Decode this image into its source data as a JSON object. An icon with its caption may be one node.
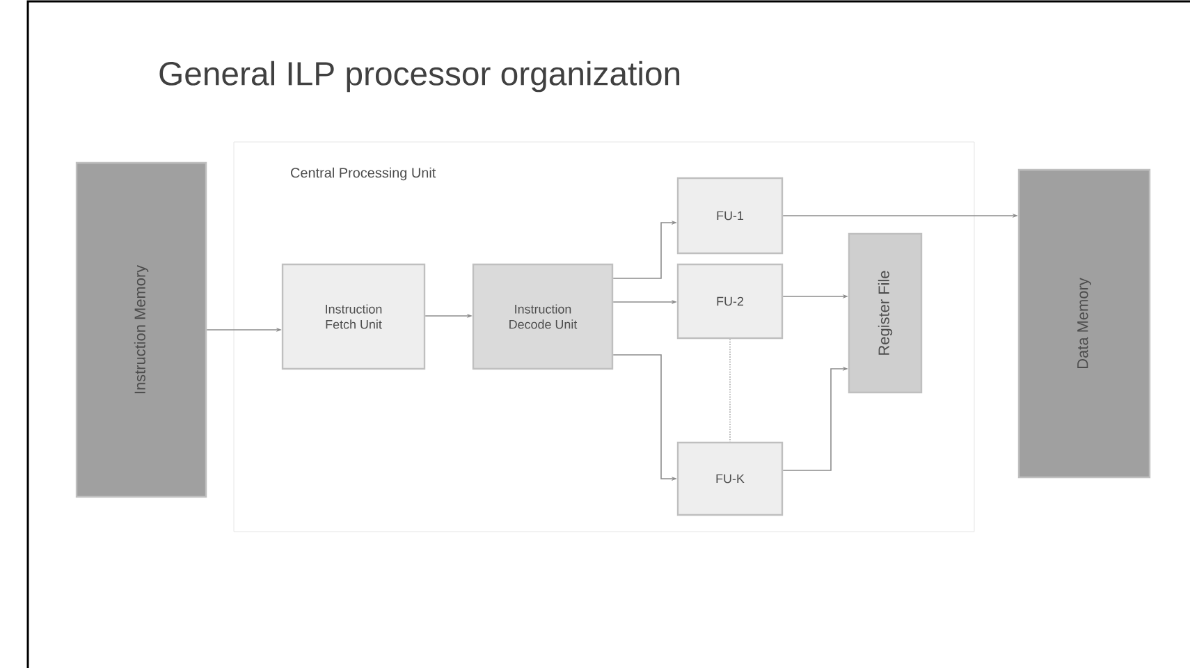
{
  "diagram": {
    "title": "General ILP processor organization",
    "nodes": [
      {
        "text": [
          "Instruction Memory"
        ]
      },
      {
        "text": [
          "Central Processing Unit"
        ]
      },
      {
        "text": [
          "Instruction Fetch Unit"
        ],
        "in": 1
      },
      {
        "text": [
          "Instruction Decode Unit"
        ],
        "in": 1
      },
      {
        "text": [
          "FU-1"
        ],
        "in": 1
      },
      {
        "text": [
          "FU-2"
        ],
        "in": 1
      },
      {
        "text": [
          "FU-K"
        ],
        "in": 1
      },
      {
        "text": [
          "Register File"
        ],
        "in": 1
      },
      {
        "text": [
          "Data Memory"
        ]
      }
    ],
    "edges": [
      {
        "from": 0,
        "to": 2,
        "arrow": "to"
      },
      {
        "from": 2,
        "to": 3,
        "arrow": "to"
      },
      {
        "from": 3,
        "to": 4,
        "arrow": "to"
      },
      {
        "from": 3,
        "to": 5,
        "arrow": "to"
      },
      {
        "from": 3,
        "to": 6,
        "arrow": "to"
      },
      {
        "from": 4,
        "to": 8,
        "arrow": "to"
      },
      {
        "from": 5,
        "to": 7,
        "arrow": "to"
      },
      {
        "from": 6,
        "to": 7,
        "arrow": "to"
      },
      {
        "from": 5,
        "to": 6,
        "arrow": "none",
        "style": "dashed"
      }
    ]
  }
}
